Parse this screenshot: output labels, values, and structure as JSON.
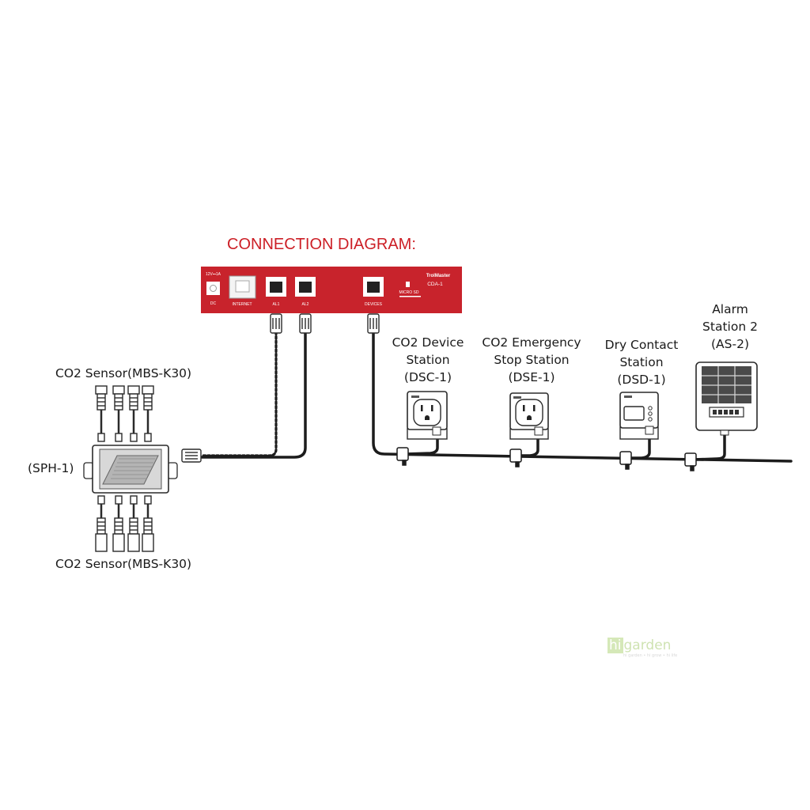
{
  "title": "CONNECTION DIAGRAM:",
  "controller": {
    "brand": "TrolMaster",
    "model": "CDA-1",
    "power_rating": "12V⎓1A",
    "ports": [
      "DC",
      "INTERNET",
      "AL1",
      "AL2",
      "DEVICES",
      "MICRO SD"
    ]
  },
  "hub": {
    "label": "(SPH-1)"
  },
  "sensors": {
    "top_label": "CO2 Sensor(MBS-K30)",
    "bottom_label": "CO2 Sensor(MBS-K30)"
  },
  "stations": {
    "dsc": {
      "line1": "CO2 Device",
      "line2": "Station",
      "line3": "(DSC-1)"
    },
    "dse": {
      "line1": "CO2 Emergency",
      "line2": "Stop Station",
      "line3": "(DSE-1)"
    },
    "dsd": {
      "line1": "Dry Contact",
      "line2": "Station",
      "line3": "(DSD-1)"
    },
    "as2": {
      "line1": "Alarm",
      "line2": "Station 2",
      "line3": "(AS-2)"
    }
  },
  "watermark": {
    "brand_prefix": "hi",
    "brand_suffix": "garden",
    "tagline": "hi garden • hi grow • hi life"
  },
  "colors": {
    "controller_red": "#c8232c",
    "title_red": "#cc1f26",
    "cable": "#1c1c1c"
  }
}
